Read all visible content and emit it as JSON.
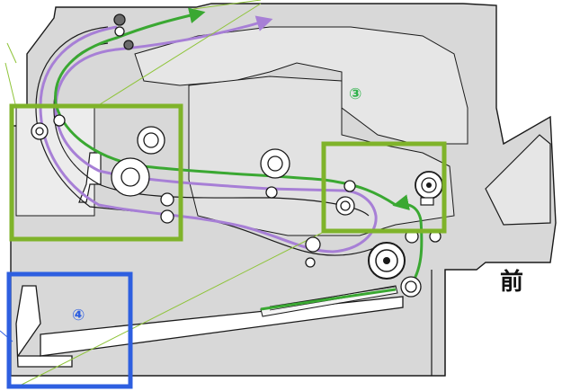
{
  "labels": {
    "zone3": "③",
    "zone4": "④",
    "front": "前"
  },
  "colors": {
    "outline": "#1a1a1a",
    "machine_fill": "#d8d8d8",
    "inner_fill": "#e6e6e6",
    "zone_box_green": "#7fb32a",
    "zone_box_blue": "#2e5fe0",
    "path_green": "#3aa832",
    "path_purple": "#a77fd6",
    "leader_line": "#8fc43a",
    "leader_line_blue": "#2e5fe0",
    "zone3_label": "#2eb24a",
    "zone4_label": "#2e5fe0"
  },
  "icons": [
    "roller-icon",
    "gear-roller-icon",
    "arrow-head-icon"
  ]
}
